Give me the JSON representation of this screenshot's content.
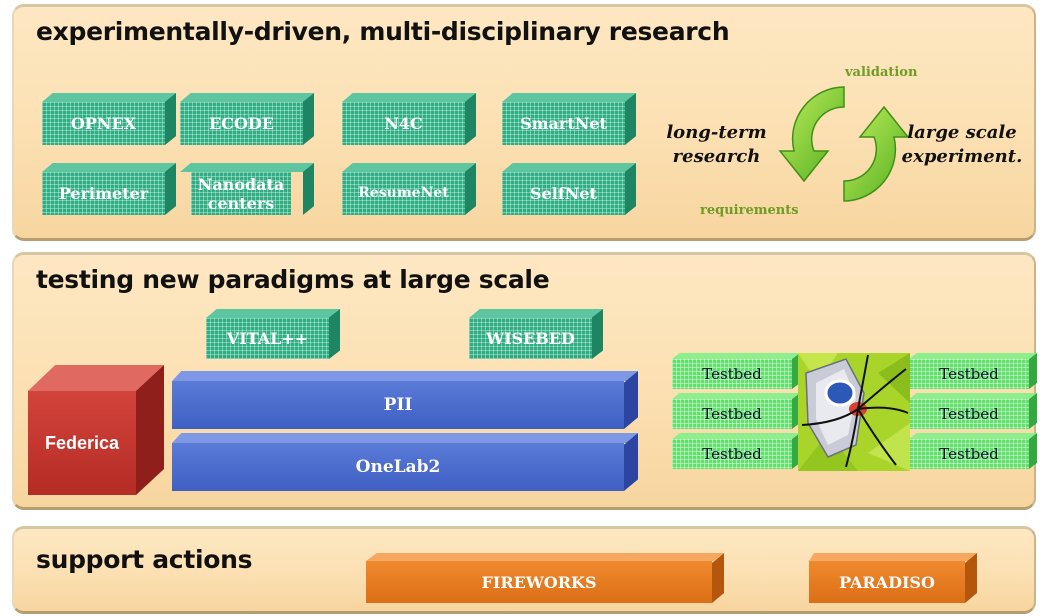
{
  "panels": {
    "research": {
      "title": "experimentally-driven, multi-disciplinary research",
      "projects": [
        "OPNEX",
        "ECODE",
        "N4C",
        "SmartNet",
        "Perimeter",
        "Nanodata centers",
        "ResumeNet",
        "SelfNet"
      ],
      "cycle": {
        "left": "long-term research",
        "right": "large scale experiment.",
        "top": "validation",
        "bottom": "requirements"
      }
    },
    "testing": {
      "title": "testing new paradigms at large scale",
      "projects": [
        "VITAL++",
        "WISEBED"
      ],
      "federica": "Federica",
      "layers": [
        "PII",
        "OneLab2"
      ],
      "testbed_label": "Testbed"
    },
    "support": {
      "title": "support actions",
      "actions": [
        "FIREWORKS",
        "PARADISO"
      ]
    }
  },
  "colors": {
    "panel_bg": "#fce0b2",
    "project_green": "#2fae83",
    "testbed_green": "#5fe06a",
    "layer_blue": "#4866cc",
    "federica_red": "#c8362f",
    "support_orange": "#e87a22",
    "cycle_green": "#8fd12c"
  }
}
